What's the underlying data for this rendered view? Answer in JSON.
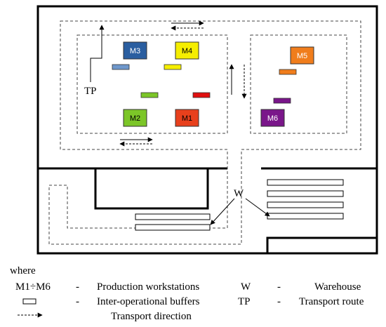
{
  "diagram": {
    "machines": [
      {
        "id": "m1",
        "label": "M1",
        "color": "#e8401c",
        "text_color": "#000000",
        "buffer_color": "#e01010"
      },
      {
        "id": "m2",
        "label": "M2",
        "color": "#7cc628",
        "text_color": "#000000",
        "buffer_color": "#7cc628"
      },
      {
        "id": "m3",
        "label": "M3",
        "color": "#2a5ea0",
        "text_color": "#ffffff",
        "buffer_color": "#6e98cc"
      },
      {
        "id": "m4",
        "label": "M4",
        "color": "#f5ee00",
        "text_color": "#000000",
        "buffer_color": "#f5ee00"
      },
      {
        "id": "m5",
        "label": "M5",
        "color": "#f07d1c",
        "text_color": "#ffffff",
        "buffer_color": "#f07d1c"
      },
      {
        "id": "m6",
        "label": "M6",
        "color": "#7a168a",
        "text_color": "#ffffff",
        "buffer_color": "#7a168a"
      }
    ],
    "tp_label": "TP",
    "w_label": "W"
  },
  "legend": {
    "heading": "where",
    "rows": [
      {
        "left_key": "M1÷M6",
        "left_dash": "-",
        "left_desc": "Production workstations",
        "right_key": "W",
        "right_dash": "-",
        "right_desc": "Warehouse"
      },
      {
        "left_dash": "-",
        "left_desc": "Inter-operational buffers",
        "right_key": "TP",
        "right_dash": "-",
        "right_desc": "Transport route"
      },
      {
        "left_desc": "Transport direction"
      }
    ]
  }
}
